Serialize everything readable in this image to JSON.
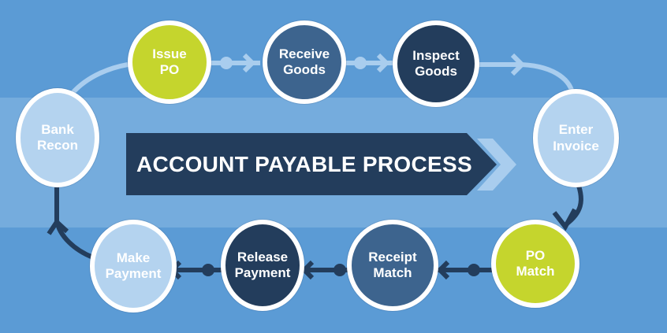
{
  "title": "ACCOUNT PAYABLE PROCESS",
  "colors": {
    "background": "#5b9bd5",
    "band": "#75acdd",
    "dark_navy": "#233d5c",
    "mid_blue": "#3d648e",
    "yellow_green": "#c5d52d",
    "light_blue": "#b4d3ef",
    "connector_light": "#a9cdee",
    "connector_dark": "#233d5c"
  },
  "nodes": [
    {
      "id": "issue-po",
      "label": "Issue\nPO",
      "fill": "#c5d52d",
      "text_color": "#ffffff"
    },
    {
      "id": "receive-goods",
      "label": "Receive\nGoods",
      "fill": "#3d648e",
      "text_color": "#ffffff"
    },
    {
      "id": "inspect-goods",
      "label": "Inspect\nGoods",
      "fill": "#233d5c",
      "text_color": "#ffffff"
    },
    {
      "id": "enter-invoice",
      "label": "Enter\nInvoice",
      "fill": "#b4d3ef",
      "text_color": "#ffffff"
    },
    {
      "id": "po-match",
      "label": "PO\nMatch",
      "fill": "#c5d52d",
      "text_color": "#ffffff"
    },
    {
      "id": "receipt-match",
      "label": "Receipt\nMatch",
      "fill": "#3d648e",
      "text_color": "#ffffff"
    },
    {
      "id": "release-payment",
      "label": "Release\nPayment",
      "fill": "#233d5c",
      "text_color": "#ffffff"
    },
    {
      "id": "make-payment",
      "label": "Make\nPayment",
      "fill": "#b4d3ef",
      "text_color": "#ffffff"
    },
    {
      "id": "bank-recon",
      "label": "Bank\nRecon",
      "fill": "#b4d3ef",
      "text_color": "#ffffff"
    }
  ],
  "edges": [
    {
      "from": "issue-po",
      "to": "receive-goods",
      "style": "light"
    },
    {
      "from": "receive-goods",
      "to": "inspect-goods",
      "style": "light"
    },
    {
      "from": "inspect-goods",
      "to": "enter-invoice",
      "style": "light"
    },
    {
      "from": "enter-invoice",
      "to": "po-match",
      "style": "dark"
    },
    {
      "from": "po-match",
      "to": "receipt-match",
      "style": "dark"
    },
    {
      "from": "receipt-match",
      "to": "release-payment",
      "style": "dark"
    },
    {
      "from": "release-payment",
      "to": "make-payment",
      "style": "dark"
    },
    {
      "from": "make-payment",
      "to": "bank-recon",
      "style": "dark"
    },
    {
      "from": "bank-recon",
      "to": "issue-po",
      "style": "light"
    }
  ]
}
